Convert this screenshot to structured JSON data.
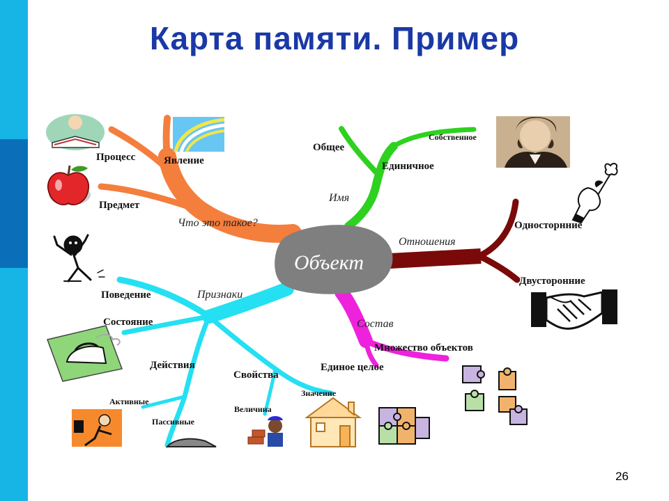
{
  "slide": {
    "title": "Карта памяти. Пример",
    "page_number": "26"
  },
  "center": {
    "label": "Объект"
  },
  "branches": {
    "what": {
      "label": "Что это такое?",
      "color": "#f47e3c",
      "items": {
        "process": "Процесс",
        "phenomenon": "Явление",
        "subject": "Предмет"
      }
    },
    "name": {
      "label": "Имя",
      "color": "#2ed11f",
      "items": {
        "common": "Общее",
        "single": "Единичное",
        "proper": "Собственное"
      }
    },
    "relations": {
      "label": "Отношения",
      "color": "#7a0a0a",
      "items": {
        "one_sided": "Односторнние",
        "two_sided": "Двусторонние"
      }
    },
    "composition": {
      "label": "Состав",
      "color": "#ee22dd",
      "items": {
        "set": "Множество объектов",
        "single_whole": "Единое целое"
      }
    },
    "features": {
      "label": "Признаки",
      "color": "#24e0f2",
      "items": {
        "behavior": "Поведение",
        "state": "Состояние",
        "actions": "Действия",
        "active": "Активные",
        "passive": "Пассивные",
        "properties": "Свойства",
        "magnitude": "Величина",
        "value": "Значение"
      }
    }
  },
  "colors": {
    "title": "#1b39a6",
    "side_bar": "#17b4e6",
    "side_accent": "#0a6fb8",
    "center": "#7f7f7f"
  }
}
